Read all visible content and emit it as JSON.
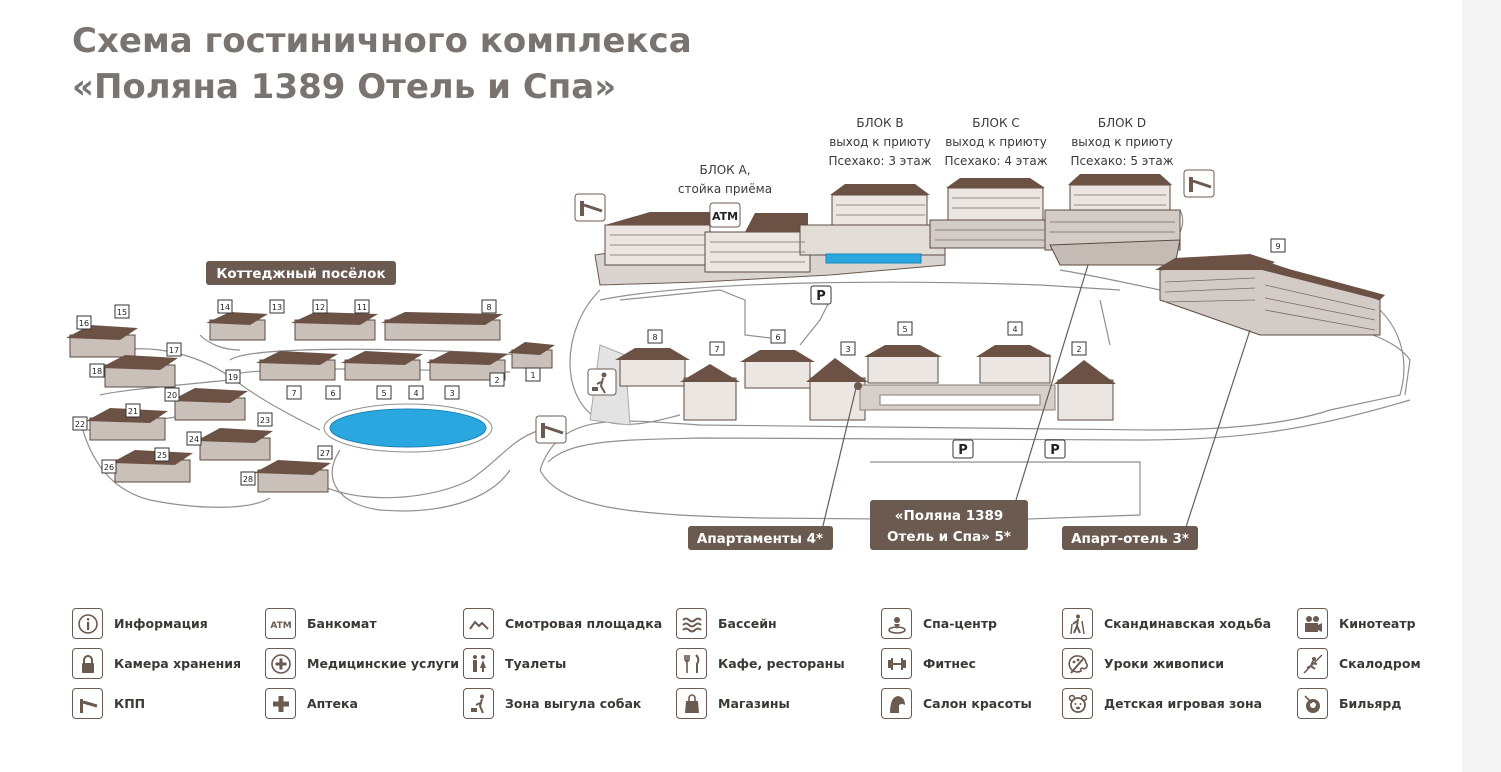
{
  "title": {
    "line1": "Схема гостиничного комплекса",
    "line2": "«Поляна 1389 Отель и Спа»"
  },
  "blocks": {
    "a": {
      "line1": "БЛОК А,",
      "line2": "стойка приёма",
      "atm": "ATM"
    },
    "b": {
      "line1": "БЛОК B",
      "line2": "выход к приюту",
      "line3": "Псехако: 3 этаж"
    },
    "c": {
      "line1": "БЛОК C",
      "line2": "выход к приюту",
      "line3": "Псехако: 4 этаж"
    },
    "d": {
      "line1": "БЛОК D",
      "line2": "выход к приюту",
      "line3": "Псехако: 5 этаж"
    }
  },
  "areas": {
    "cottage_village": "Коттеджный посёлок",
    "apartments": "Апартаменты 4*",
    "hotel_line1": "«Поляна 1389",
    "hotel_line2": "Отель и Спа» 5*",
    "apart_hotel": "Апарт-отель 3*"
  },
  "parking_symbol": "P",
  "cottage_numbers": [
    "1",
    "2",
    "3",
    "4",
    "5",
    "6",
    "7",
    "8",
    "11",
    "12",
    "13",
    "14",
    "15",
    "16",
    "17",
    "18",
    "19",
    "20",
    "21",
    "22",
    "23",
    "24",
    "25",
    "26",
    "27",
    "28"
  ],
  "chalet_numbers": [
    "2",
    "3",
    "4",
    "5",
    "6",
    "7",
    "8"
  ],
  "apart_hotel_number": "9",
  "legend": [
    {
      "icon": "info-icon",
      "label": "Информация"
    },
    {
      "icon": "lock-icon",
      "label": "Камера хранения"
    },
    {
      "icon": "barrier-icon",
      "label": "КПП"
    },
    {
      "icon": "atm-icon",
      "label": "Банкомат",
      "icon_text": "ATM"
    },
    {
      "icon": "medical-icon",
      "label": "Медицинские услуги"
    },
    {
      "icon": "pharmacy-icon",
      "label": "Аптека"
    },
    {
      "icon": "viewpoint-icon",
      "label": "Смотровая площадка"
    },
    {
      "icon": "toilet-icon",
      "label": "Туалеты"
    },
    {
      "icon": "dog-walk-icon",
      "label": "Зона выгула собак"
    },
    {
      "icon": "pool-icon",
      "label": "Бассейн"
    },
    {
      "icon": "cafe-icon",
      "label": "Кафе, рестораны"
    },
    {
      "icon": "shop-icon",
      "label": "Магазины"
    },
    {
      "icon": "spa-icon",
      "label": "Спа-центр"
    },
    {
      "icon": "fitness-icon",
      "label": "Фитнес"
    },
    {
      "icon": "beauty-salon-icon",
      "label": "Салон красоты"
    },
    {
      "icon": "nordic-walking-icon",
      "label": "Скандинавская ходьба"
    },
    {
      "icon": "painting-icon",
      "label": "Уроки живописи"
    },
    {
      "icon": "kids-zone-icon",
      "label": "Детская игровая зона"
    },
    {
      "icon": "cinema-icon",
      "label": "Кинотеатр"
    },
    {
      "icon": "climbing-icon",
      "label": "Скалодром"
    },
    {
      "icon": "billiards-icon",
      "label": "Бильярд"
    }
  ]
}
